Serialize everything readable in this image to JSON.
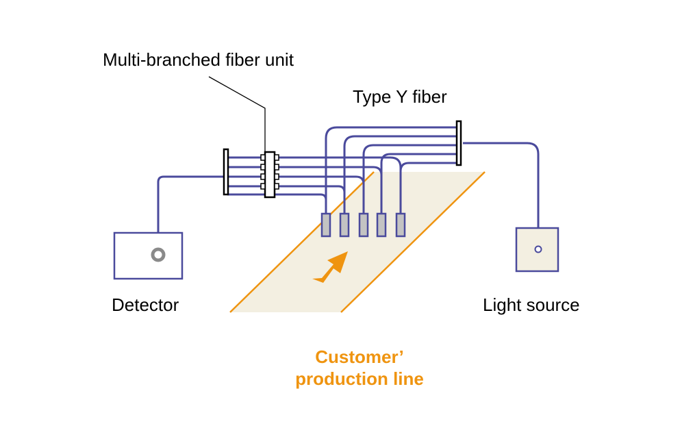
{
  "labels": {
    "fiber_unit": "Multi-branched fiber unit",
    "type_y": "Type Y fiber",
    "detector": "Detector",
    "light_source": "Light source",
    "production_line_1": "Customer’",
    "production_line_2": "production line"
  },
  "colors": {
    "fiber": "#4a4a9c",
    "accent": "#ef9410",
    "belt_fill": "#f3efe1",
    "probe_fill": "#c3c3c3",
    "detector_lens": "#8a8a8a"
  },
  "probe_count": 5
}
